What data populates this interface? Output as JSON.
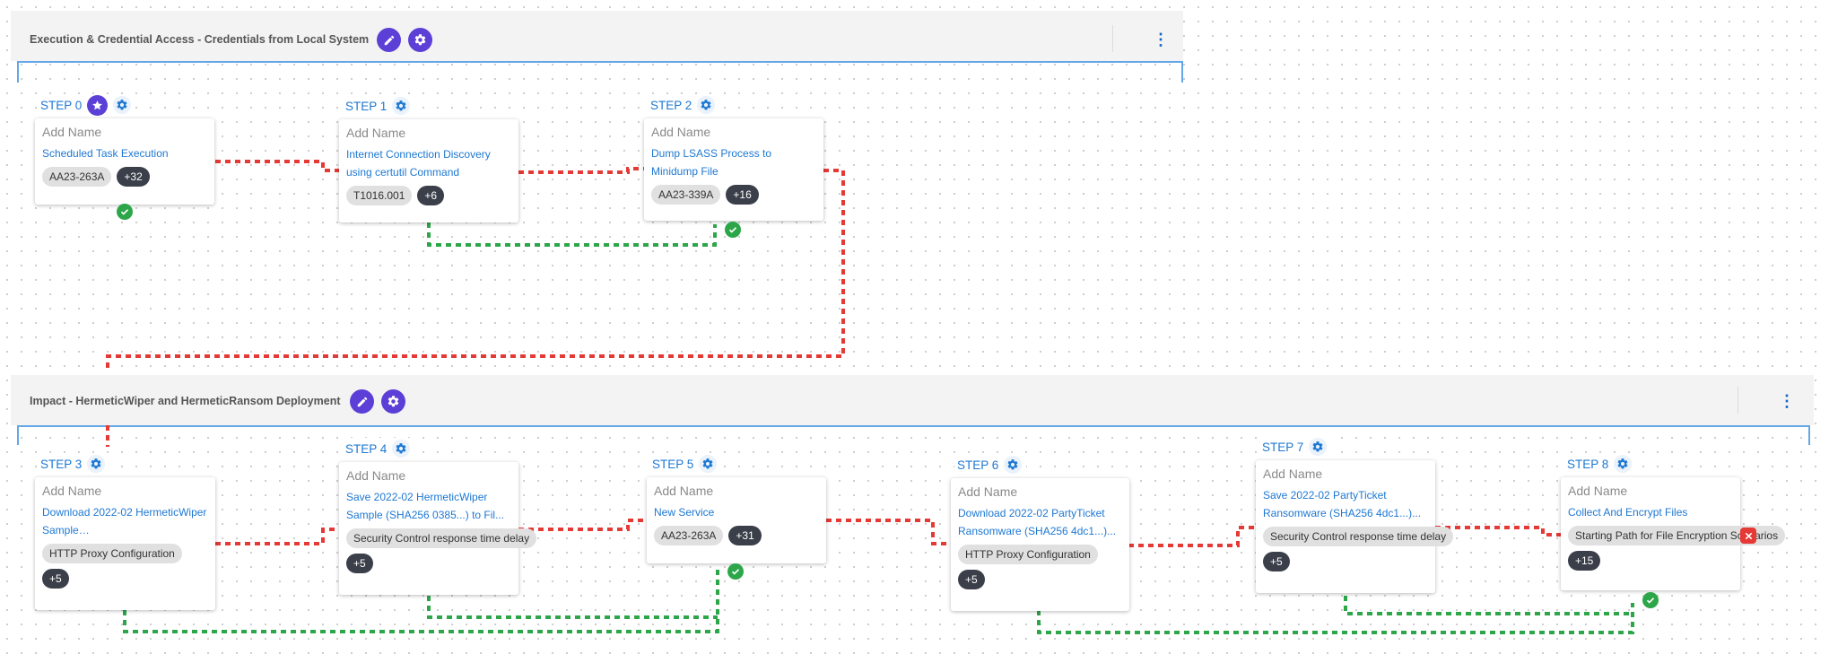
{
  "groups": [
    {
      "title": "Execution & Credential Access - Credentials from Local System"
    },
    {
      "title": "Impact - HermeticWiper and HermeticRansom Deployment"
    }
  ],
  "steps": [
    {
      "label": "STEP 0",
      "name_placeholder": "Add Name",
      "action": "Scheduled Task Execution",
      "tags": [
        "AA23-263A"
      ],
      "more": "+32",
      "status": "pass",
      "starred": true
    },
    {
      "label": "STEP 1",
      "name_placeholder": "Add Name",
      "action": "Internet Connection Discovery using certutil Command",
      "tags": [
        "T1016.001"
      ],
      "more": "+6",
      "status": "none"
    },
    {
      "label": "STEP 2",
      "name_placeholder": "Add Name",
      "action": "Dump LSASS Process to Minidump File",
      "tags": [
        "AA23-339A"
      ],
      "more": "+16",
      "status": "pass"
    },
    {
      "label": "STEP 3",
      "name_placeholder": "Add Name",
      "action": "Download 2022-02 HermeticWiper Sample…",
      "tags": [
        "HTTP Proxy Configuration"
      ],
      "more": "+5",
      "status": "none"
    },
    {
      "label": "STEP 4",
      "name_placeholder": "Add Name",
      "action": "Save 2022-02 HermeticWiper Sample (SHA256 0385...) to Fil...",
      "tags": [
        "Security Control response time delay"
      ],
      "more": "+5",
      "status": "none"
    },
    {
      "label": "STEP 5",
      "name_placeholder": "Add Name",
      "action": "New Service",
      "tags": [
        "AA23-263A"
      ],
      "more": "+31",
      "status": "pass"
    },
    {
      "label": "STEP 6",
      "name_placeholder": "Add Name",
      "action": "Download 2022-02 PartyTicket Ransomware (SHA256 4dc1...)...",
      "tags": [
        "HTTP Proxy Configuration"
      ],
      "more": "+5",
      "status": "none"
    },
    {
      "label": "STEP 7",
      "name_placeholder": "Add Name",
      "action": "Save 2022-02 PartyTicket Ransomware (SHA256 4dc1...)...",
      "tags": [
        "Security Control response time delay"
      ],
      "more": "+5",
      "status": "none"
    },
    {
      "label": "STEP 8",
      "name_placeholder": "Add Name",
      "action": "Collect And Encrypt Files",
      "tags": [
        "Starting Path for File Encryption Scenarios"
      ],
      "more": "+15",
      "status": "pass",
      "blocked_tag": true
    }
  ],
  "colors": {
    "fail_path": "#e53935",
    "pass_path": "#2da64a",
    "accent": "#5b3fd6",
    "link": "#1e78d2"
  },
  "icons": [
    "pencil-icon",
    "gear-settings-icon",
    "kebab-menu-icon",
    "star-icon",
    "gear-icon",
    "check-icon",
    "close-icon"
  ]
}
